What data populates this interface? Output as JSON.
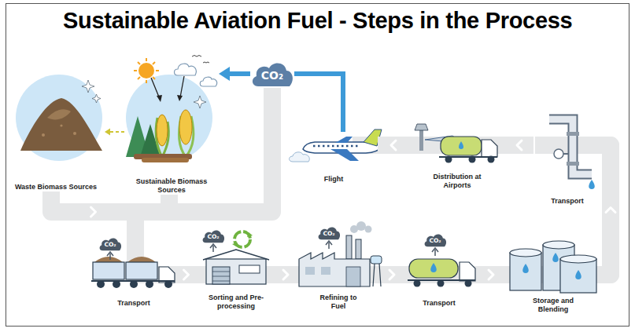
{
  "diagram": {
    "title": "Sustainable Aviation Fuel - Steps in the Process",
    "nodes": [
      {
        "text": [
          "Waste Biomass Sources"
        ]
      },
      {
        "text": [
          "Sustainable Biomass Sources"
        ]
      },
      {
        "text": [
          "Transport"
        ]
      },
      {
        "text": [
          "Sorting and Pre-processing"
        ]
      },
      {
        "text": [
          "Refining to Fuel"
        ]
      },
      {
        "text": [
          "Transport"
        ]
      },
      {
        "text": [
          "Storage and Blending"
        ]
      },
      {
        "text": [
          "Transport"
        ]
      },
      {
        "text": [
          "Distribution at Airports"
        ]
      },
      {
        "text": [
          "Flight"
        ]
      },
      {
        "text": [
          "CO₂"
        ]
      }
    ],
    "edges": [
      {
        "from": 1,
        "to": 0,
        "arrow": "to"
      },
      {
        "from": 0,
        "to": 2,
        "arrow": "to"
      },
      {
        "from": 1,
        "to": 2,
        "arrow": "to"
      },
      {
        "from": 10,
        "to": 2,
        "arrow": "none"
      },
      {
        "from": 2,
        "to": 3,
        "arrow": "to"
      },
      {
        "from": 3,
        "to": 4,
        "arrow": "to"
      },
      {
        "from": 4,
        "to": 5,
        "arrow": "to"
      },
      {
        "from": 5,
        "to": 6,
        "arrow": "to"
      },
      {
        "from": 6,
        "to": 7,
        "arrow": "to"
      },
      {
        "from": 7,
        "to": 8,
        "arrow": "to"
      },
      {
        "from": 8,
        "to": 9,
        "arrow": "to"
      },
      {
        "from": 9,
        "to": 10,
        "arrow": "none"
      },
      {
        "from": 10,
        "to": 1,
        "arrow": "to"
      }
    ],
    "labels": [
      "CO₂",
      "CO₂",
      "CO₂",
      "CO₂"
    ]
  }
}
